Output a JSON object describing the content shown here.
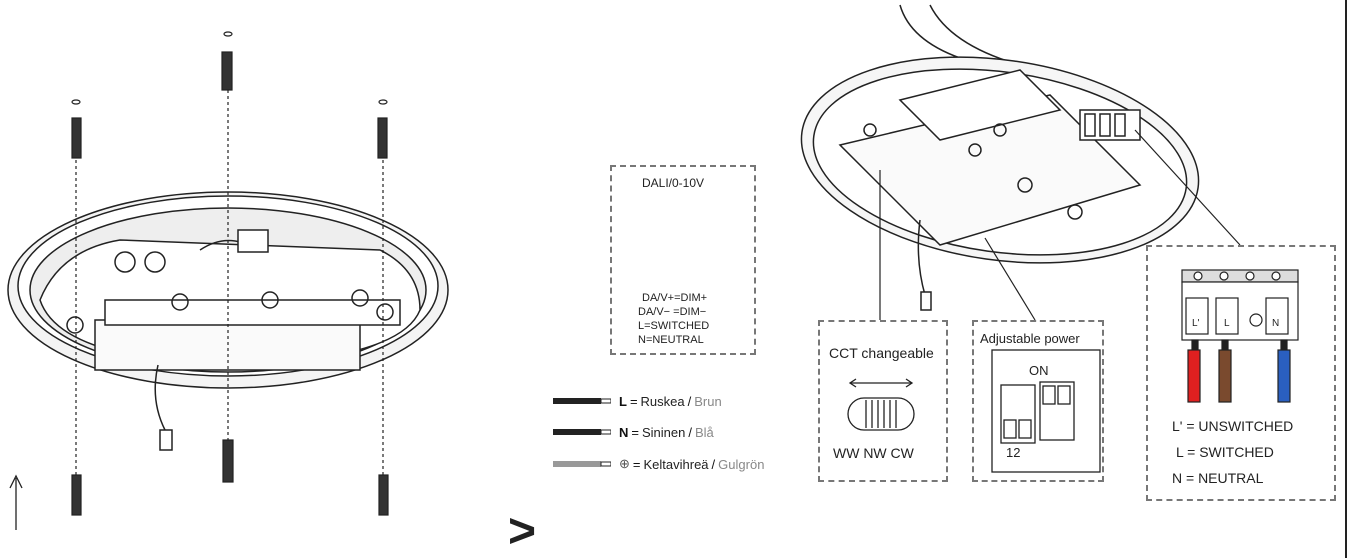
{
  "dali_box": {
    "header": "DALI/0-10V",
    "lines": [
      "DA/V+=DIM+",
      "DA/V− =DIM−",
      "L=SWITCHED",
      "N=NEUTRAL"
    ]
  },
  "legend": [
    {
      "letter": "L",
      "eq": "=",
      "label": "Ruskea",
      "sep": "/",
      "alt": "Brun"
    },
    {
      "letter": "N",
      "eq": "=",
      "label": "Sininen",
      "sep": "/",
      "alt": "Blå"
    },
    {
      "letter": "⊕",
      "eq": "=",
      "label": "Keltavihreä",
      "sep": "/",
      "alt": "Gulgrön"
    }
  ],
  "cct_box": {
    "title": "CCT changeable",
    "labels": "WW NW CW"
  },
  "power_box": {
    "title": "Adjustable power",
    "on": "ON",
    "nums": "12"
  },
  "terminal_box": {
    "terminals": [
      "L'",
      "L",
      "N"
    ],
    "lines": [
      "L' = UNSWITCHED",
      "L = SWITCHED",
      "N = NEUTRAL"
    ]
  },
  "step_arrow": ">",
  "colors": {
    "brown": "#7a4a2e",
    "blue": "#2a5fc0",
    "red": "#e02020",
    "line": "#222"
  }
}
